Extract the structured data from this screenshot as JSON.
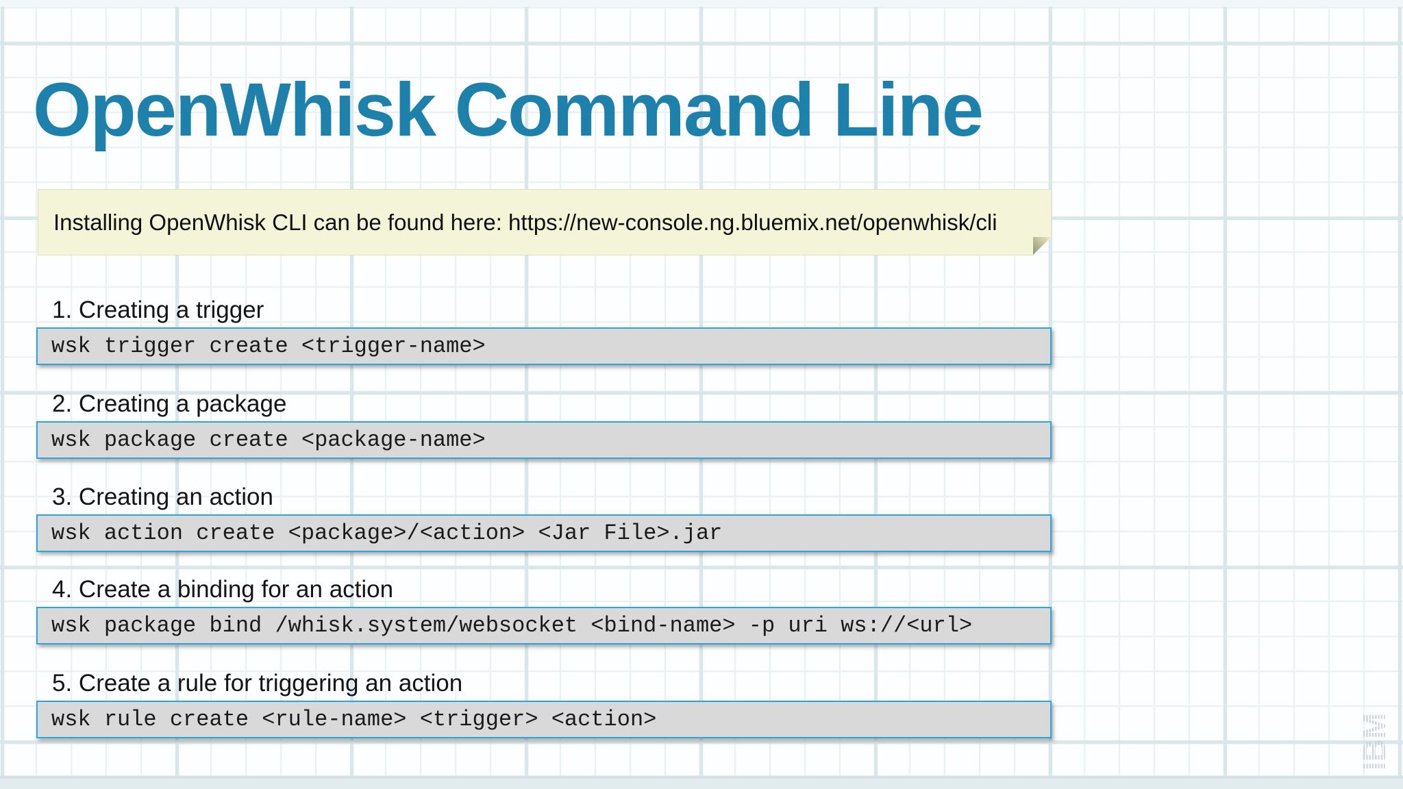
{
  "slide": {
    "title": "OpenWhisk Command Line",
    "note": "Installing OpenWhisk CLI can be found here: https://new-console.ng.bluemix.net/openwhisk/cli",
    "sections": [
      {
        "heading": "1. Creating a trigger",
        "command": "wsk trigger create <trigger-name>"
      },
      {
        "heading": "2. Creating a package",
        "command": "wsk package create <package-name>"
      },
      {
        "heading": "3. Creating an action",
        "command": "wsk action create <package>/<action> <Jar File>.jar"
      },
      {
        "heading": "4. Create a binding for an action",
        "command": "wsk package bind /whisk.system/websocket <bind-name> -p uri ws://<url>"
      },
      {
        "heading": "5. Create a rule for triggering an action",
        "command": "wsk rule create <rule-name> <trigger> <action>"
      }
    ],
    "logo_text": "IBM",
    "colors": {
      "title": "#1e81ab",
      "code_border": "#2da7db",
      "code_background": "#d9d9d9",
      "note_background": "#f4f4d8"
    }
  }
}
